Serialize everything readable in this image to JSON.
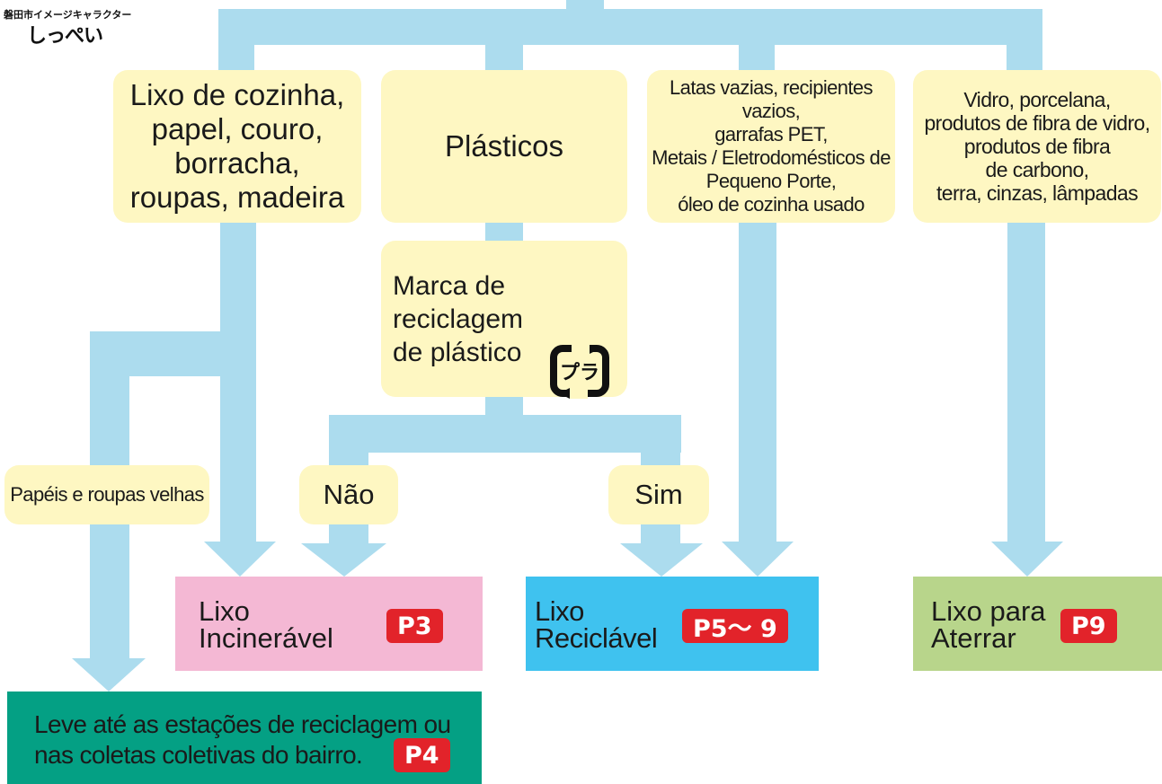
{
  "header": {
    "caption": "磐田市イメージキャラクター",
    "mascot_name": "しっぺい"
  },
  "categories": {
    "kitchen": "Lixo de cozinha,\npapel, couro,\nborracha,\nroupas, madeira",
    "plastics": "Plásticos",
    "cans": "Latas vazias, recipientes vazios,\ngarrafas PET,\nMetais / Eletrodomésticos de\nPequeno Porte,\nóleo de cozinha usado",
    "glass": "Vidro, porcelana,\nprodutos de fibra de vidro,\nprodutos de fibra\nde carbono,\nterra, cinzas, lâmpadas"
  },
  "decision": {
    "question": "Marca de\nreciclagem\nde plástico",
    "mark_icon": "pla-recycling-mark-icon",
    "mark_text": "プラ",
    "no": "Não",
    "yes": "Sim",
    "paper_clothes": "Papéis e roupas velhas"
  },
  "destinations": {
    "incinerable": {
      "label": "Lixo\nIncinerável",
      "page": "P3"
    },
    "recyclable": {
      "label": "Lixo\nReciclável",
      "page": "P5～ 9"
    },
    "landfill": {
      "label": "Lixo para\nAterrar",
      "page": "P9"
    },
    "stations": {
      "label": "Leve até as estações de reciclagem ou\nnas coletas coletivas do bairro.",
      "page": "P4"
    }
  },
  "colors": {
    "arrow": "#acdcee",
    "category_box": "#fef7c2",
    "incinerable": "#f4b8d4",
    "recyclable": "#3fc2ef",
    "landfill": "#b8d58b",
    "stations": "#04a084",
    "page_badge": "#e2232a"
  }
}
